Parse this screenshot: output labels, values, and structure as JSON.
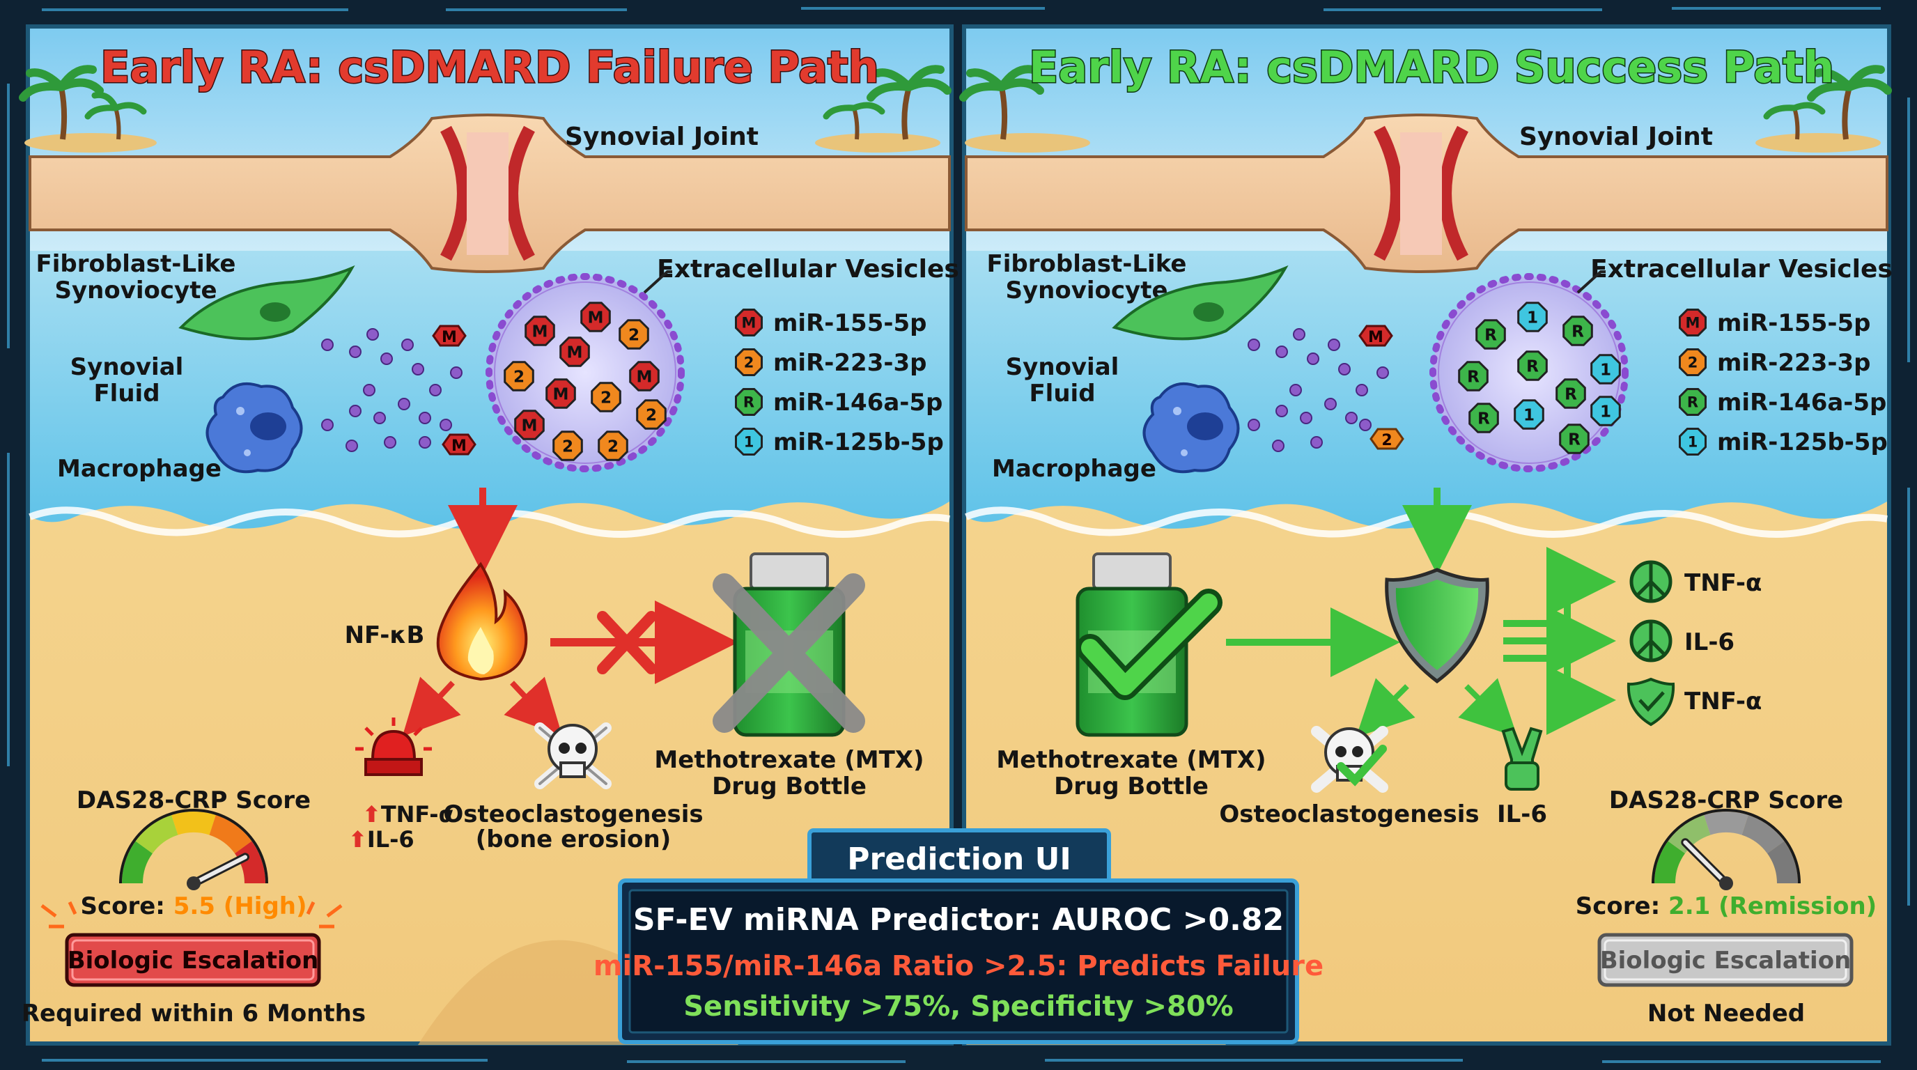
{
  "left_panel": {
    "title": "Early RA: csDMARD Failure Path",
    "joint_label": "Synovial Joint",
    "cell_fls_line1": "Fibroblast-Like",
    "cell_fls_line2": "Synoviocyte",
    "fluid_line1": "Synovial",
    "fluid_line2": "Fluid",
    "macrophage": "Macrophage",
    "ev_label": "Extracellular Vesicles",
    "legend": [
      {
        "badge": "M",
        "label": "miR-155-5p",
        "color": "#d42a2a"
      },
      {
        "badge": "2",
        "label": "miR-223-3p",
        "color": "#f0881e"
      },
      {
        "badge": "R",
        "label": "miR-146a-5p",
        "color": "#3db54a"
      },
      {
        "badge": "1",
        "label": "miR-125b-5p",
        "color": "#3fc6e0"
      }
    ],
    "nfkb": "NF-κB",
    "drug_line1": "Methotrexate (MTX)",
    "drug_line2": "Drug Bottle",
    "cytokine1": "TNF-α",
    "cytokine2": "IL-6",
    "osteo_line1": "Osteoclastogenesis",
    "osteo_line2": "(bone erosion)",
    "score_title": "DAS28-CRP Score",
    "score_prefix": "Score:",
    "score_value": "5.5 (High)",
    "gauge_level": 0.85,
    "escalation_button": "Biologic Escalation",
    "escalation_note": "Required within 6 Months"
  },
  "right_panel": {
    "title": "Early RA: csDMARD Success Path",
    "joint_label": "Synovial Joint",
    "cell_fls_line1": "Fibroblast-Like",
    "cell_fls_line2": "Synoviocyte",
    "fluid_line1": "Synovial",
    "fluid_line2": "Fluid",
    "macrophage": "Macrophage",
    "ev_label": "Extracellular Vesicles",
    "legend": [
      {
        "badge": "M",
        "label": "miR-155-5p",
        "color": "#d42a2a"
      },
      {
        "badge": "2",
        "label": "miR-223-3p",
        "color": "#f0881e"
      },
      {
        "badge": "R",
        "label": "miR-146a-5p",
        "color": "#3db54a"
      },
      {
        "badge": "1",
        "label": "miR-125b-5p",
        "color": "#3fc6e0"
      }
    ],
    "drug_line1": "Methotrexate (MTX)",
    "drug_line2": "Drug Bottle",
    "out1": "TNF-α",
    "out2": "IL-6",
    "out3": "TNF-α",
    "osteo": "Osteoclastogenesis",
    "il6": "IL-6",
    "score_title": "DAS28-CRP Score",
    "score_prefix": "Score:",
    "score_value": "2.1 (Remission)",
    "gauge_level": 0.25,
    "escalation_button": "Biologic Escalation",
    "escalation_note": "Not Needed"
  },
  "prediction": {
    "tab": "Prediction UI",
    "line1": "SF-EV miRNA Predictor: AUROC >0.82",
    "line2": "miR-155/miR-146a Ratio >2.5: Predicts Failure",
    "line3": "Sensitivity >75%, Specificity >80%"
  },
  "colors": {
    "fail_title": "#e23b2e",
    "success_title": "#4fd44a",
    "sky": "#dff3fb",
    "water": "#8dd3ee",
    "sand": "#f5d48f",
    "frame": "#1d5877",
    "high": "#ff8a00",
    "remission": "#3fae2e"
  },
  "icons": [
    "palm-tree-icon",
    "fibroblast-icon",
    "macrophage-icon",
    "vesicle-icon",
    "fire-icon",
    "bottle-icon",
    "blocked-icon",
    "siren-icon",
    "skull-icon",
    "shield-icon",
    "peace-icon",
    "gauge-icon",
    "check-icon",
    "arrow-icon"
  ]
}
